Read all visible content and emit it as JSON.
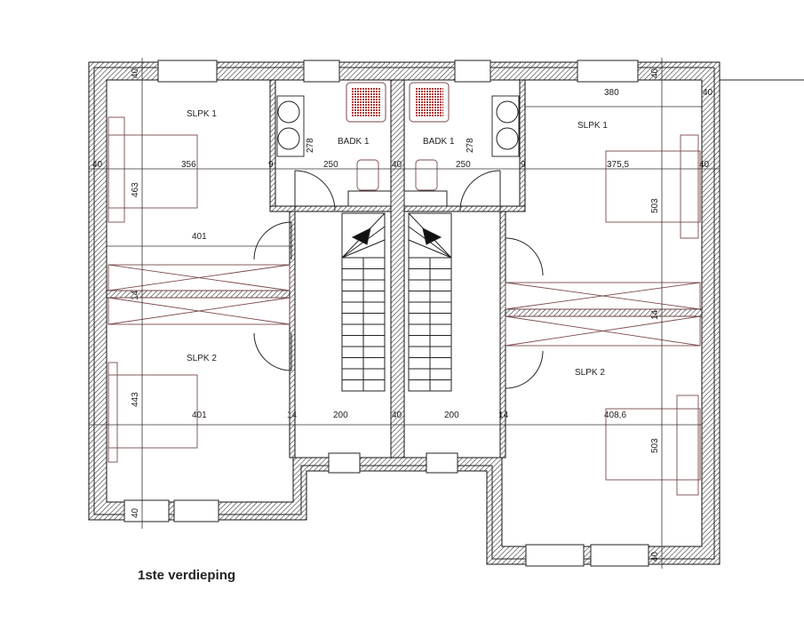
{
  "plan": {
    "title": "1ste verdieping",
    "rooms": {
      "slpk1_left": "SLPK 1",
      "slpk1_right": "SLPK 1",
      "badk1_left": "BADK 1",
      "badk1_right": "BADK 1",
      "slpk2_left": "SLPK 2",
      "slpk2_right": "SLPK 2"
    },
    "dimensions": {
      "top_left_wall": "40",
      "top_right_wall": "40",
      "right_top_wall": "40",
      "left_wall": "40",
      "slpk1_left_width": "356",
      "slpk1_left_depth": "463",
      "bath_left_wall": "9",
      "bath_left_height": "278",
      "bath_left_width": "250",
      "party_wall_top": "40",
      "bath_right_height": "278",
      "bath_right_width": "250",
      "bath_right_wall": "9",
      "slpk1_right_width": "375,5",
      "slpk1_right_top": "380",
      "right_wall": "40",
      "slpk1_right_depth": "503",
      "corridor_left_width": "401",
      "wardrobe_left_wall": "14",
      "wardrobe_right_wall": "14",
      "slpk2_left_depth": "443",
      "slpk2_left_width": "401",
      "hall_left_wall": "14",
      "hall_left_width": "200",
      "party_wall_bottom": "40",
      "hall_right_width": "200",
      "hall_right_wall": "14",
      "slpk2_right_width": "408,6",
      "slpk2_right_depth": "503",
      "bottom_left_wall": "40",
      "bottom_right_wall": "40"
    },
    "colors": {
      "wall": "#111111",
      "furniture": "#7a4a4a",
      "shower": "#b03030"
    }
  }
}
